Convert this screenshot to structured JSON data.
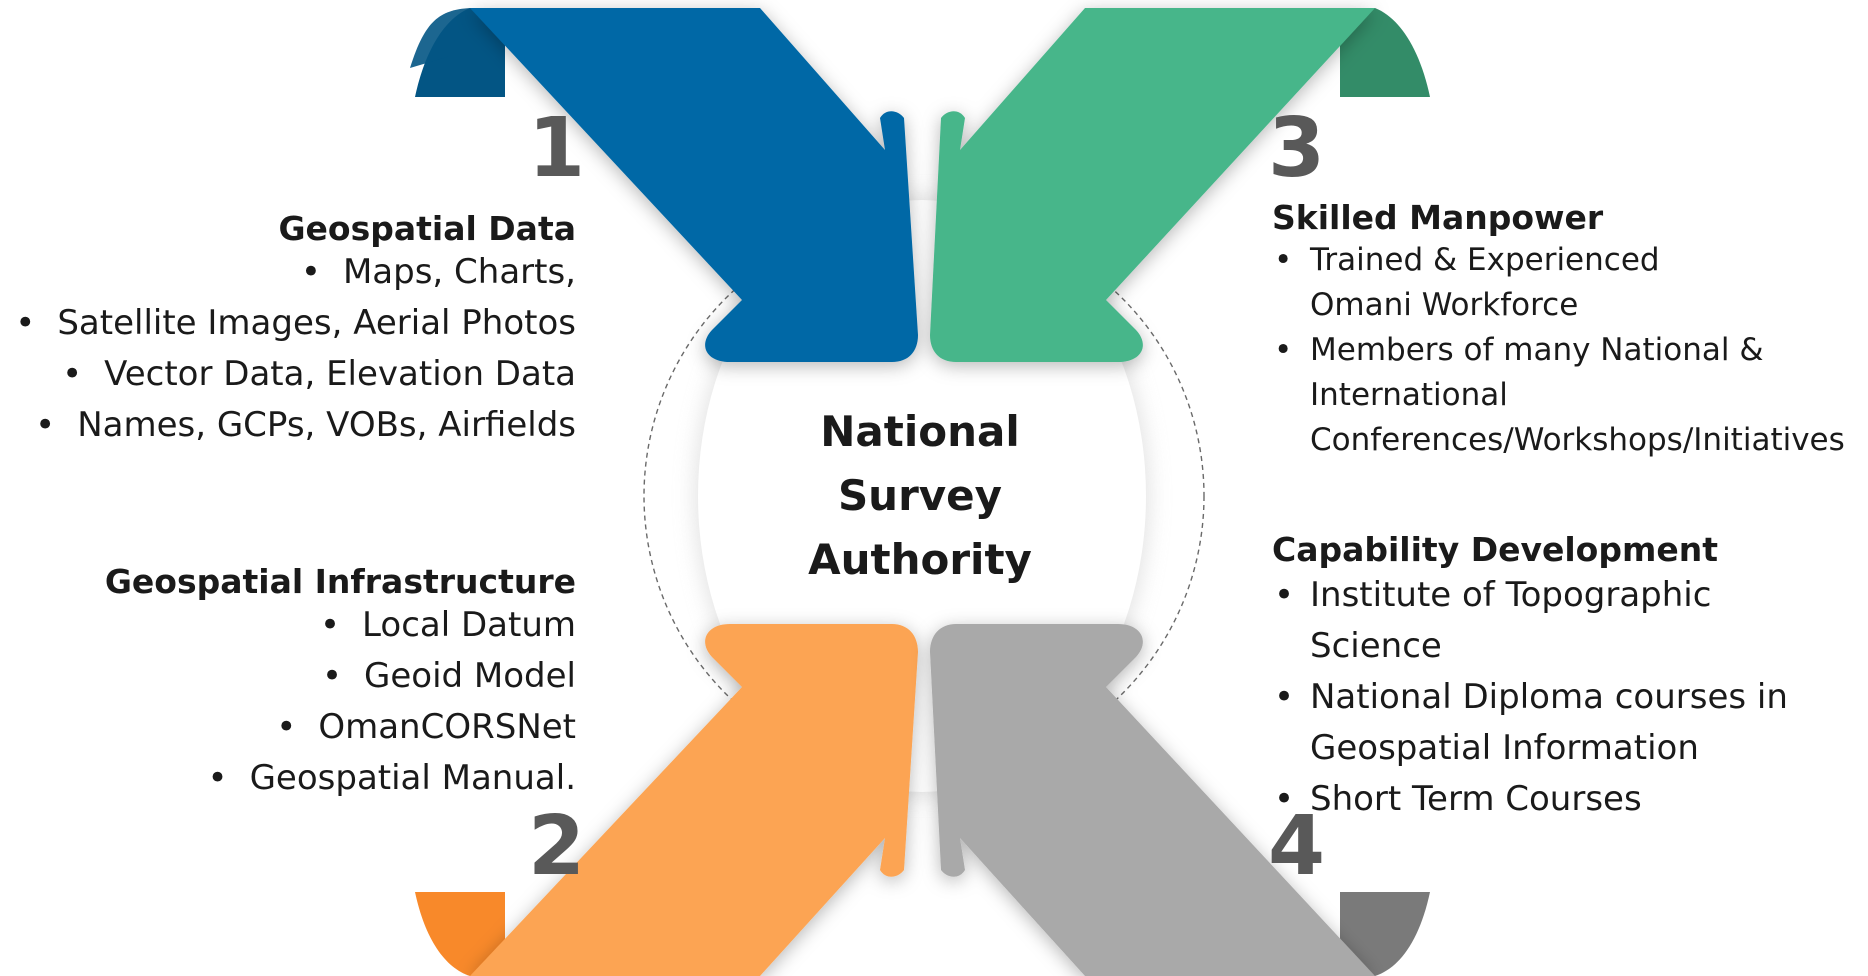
{
  "center": {
    "lines": [
      "National",
      "Survey",
      "Authority"
    ]
  },
  "colors": {
    "blue": "#0468a6",
    "green": "#47b68a",
    "orange": "#fca452",
    "gray": "#a9a9a9"
  },
  "quadrants": [
    {
      "number": "1",
      "heading": "Geospatial Data",
      "items": [
        "Maps, Charts,",
        "Satellite Images, Aerial Photos",
        "Vector Data, Elevation Data",
        "Names, GCPs, VOBs, Airfields"
      ]
    },
    {
      "number": "2",
      "heading": "Geospatial Infrastructure",
      "items": [
        "Local Datum",
        "Geoid Model",
        "OmanCORSNet",
        "Geospatial Manual."
      ]
    },
    {
      "number": "3",
      "heading": "Skilled Manpower",
      "items": [
        "Trained & Experienced Omani Workforce",
        "Members of many National & International Conferences/Workshops/Initiatives"
      ]
    },
    {
      "number": "4",
      "heading": "Capability Development",
      "items": [
        "Institute of Topographic Science",
        "National Diploma courses in Geospatial Information",
        "Short Term Courses"
      ]
    }
  ]
}
